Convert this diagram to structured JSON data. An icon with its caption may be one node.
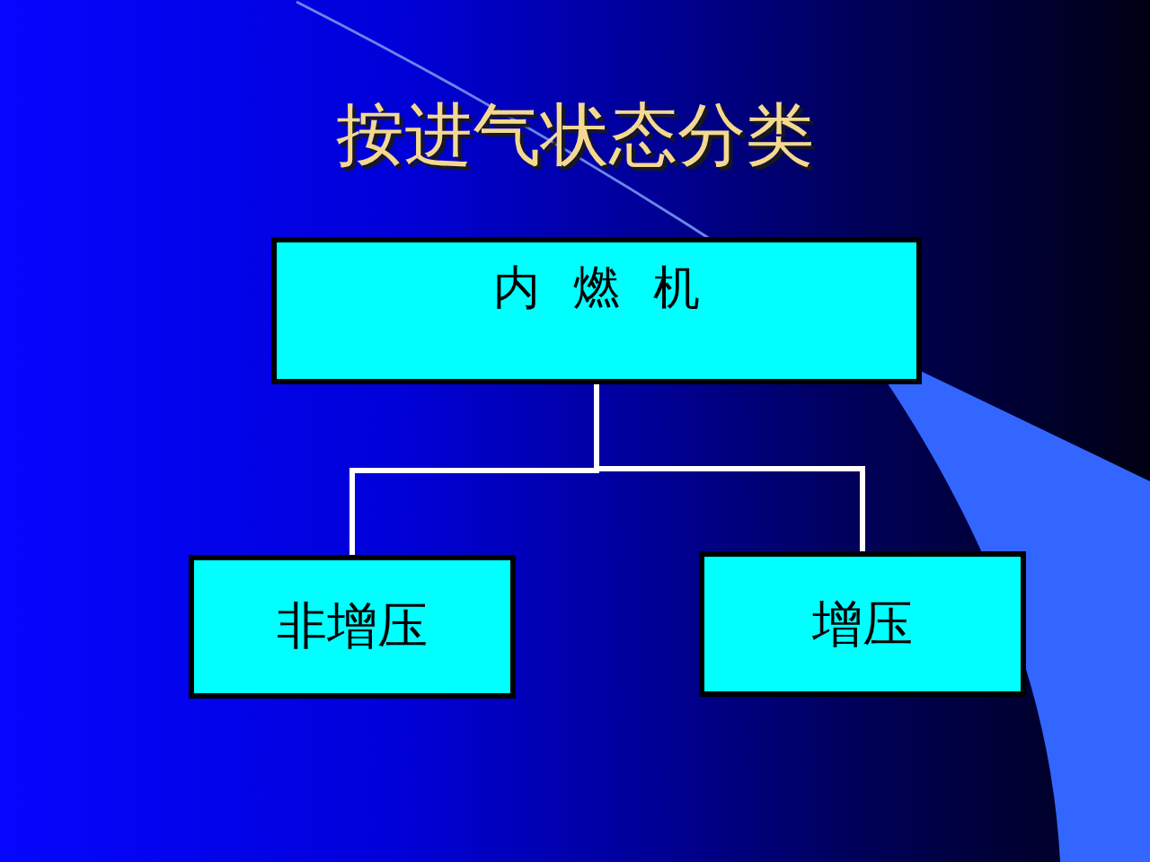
{
  "diagram": {
    "title": "按进气状态分类",
    "nodes": [
      {
        "text": [
          "内 燃 机"
        ]
      },
      {
        "text": [
          "非增压"
        ]
      },
      {
        "text": [
          "增压"
        ]
      }
    ],
    "edges": [
      {
        "from": 0,
        "to": 1,
        "arrow": "none"
      },
      {
        "from": 0,
        "to": 2,
        "arrow": "none"
      }
    ]
  }
}
